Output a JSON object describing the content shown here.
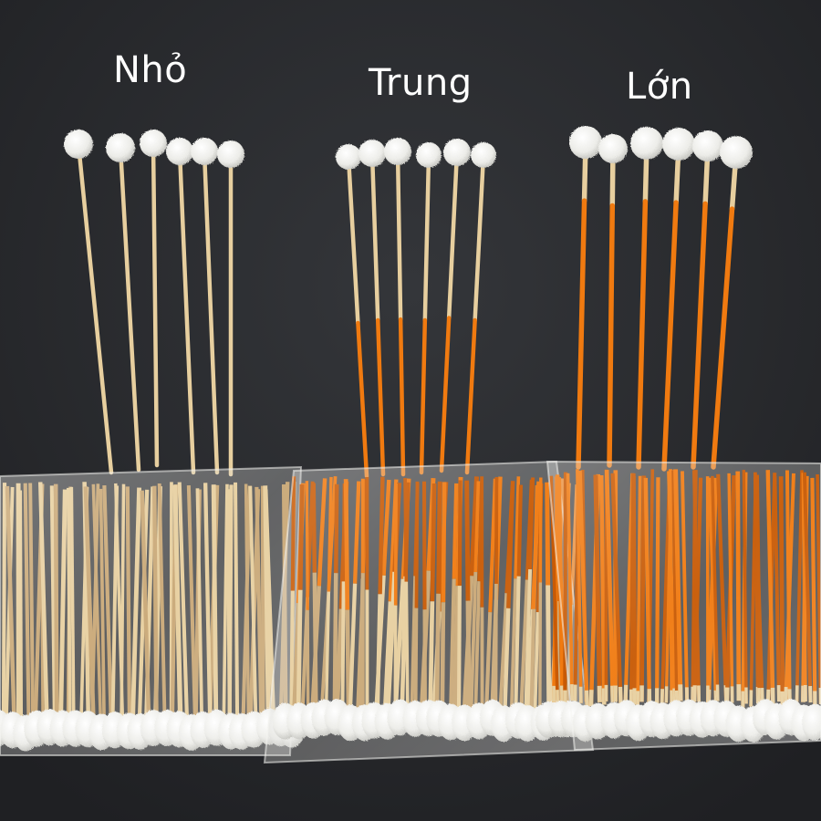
{
  "labels": {
    "small": "Nhỏ",
    "medium": "Trung",
    "large": "Lớn"
  },
  "colors": {
    "background": "#2a2b2e",
    "wood": "#e7cf9f",
    "wood_dark": "#c9a877",
    "orange": "#f07a10",
    "orange_dark": "#c85a05",
    "cotton": "#f2f2ee",
    "bag": "#ffffff"
  },
  "groups": [
    {
      "name": "small",
      "sample_count": 6,
      "stick_color": "wood"
    },
    {
      "name": "medium",
      "sample_count": 6,
      "stick_color": "orange-with-wood-tip"
    },
    {
      "name": "large",
      "sample_count": 6,
      "stick_color": "orange"
    }
  ]
}
